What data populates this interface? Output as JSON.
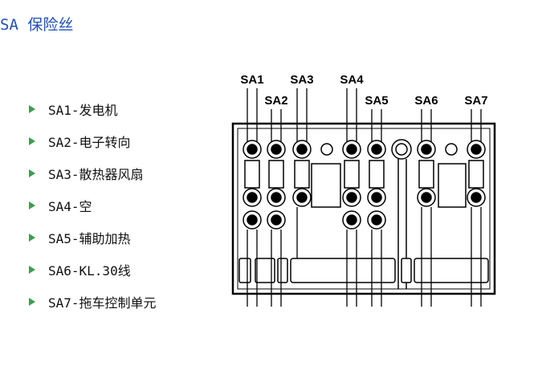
{
  "title": "SA 保险丝",
  "bullets": [
    {
      "text": "SA1-发电机"
    },
    {
      "text": "SA2-电子转向"
    },
    {
      "text": "SA3-散热器风扇"
    },
    {
      "text": "SA4-空"
    },
    {
      "text": "SA5-辅助加热"
    },
    {
      "text": "SA6-KL.30线"
    },
    {
      "text": "SA7-拖车控制单元"
    }
  ],
  "diagram": {
    "labels": [
      "SA1",
      "SA2",
      "SA3",
      "SA4",
      "SA5",
      "SA6",
      "SA7"
    ]
  },
  "colors": {
    "title": "#1f4fc0",
    "bullet_arrow": "#3aa04a"
  }
}
